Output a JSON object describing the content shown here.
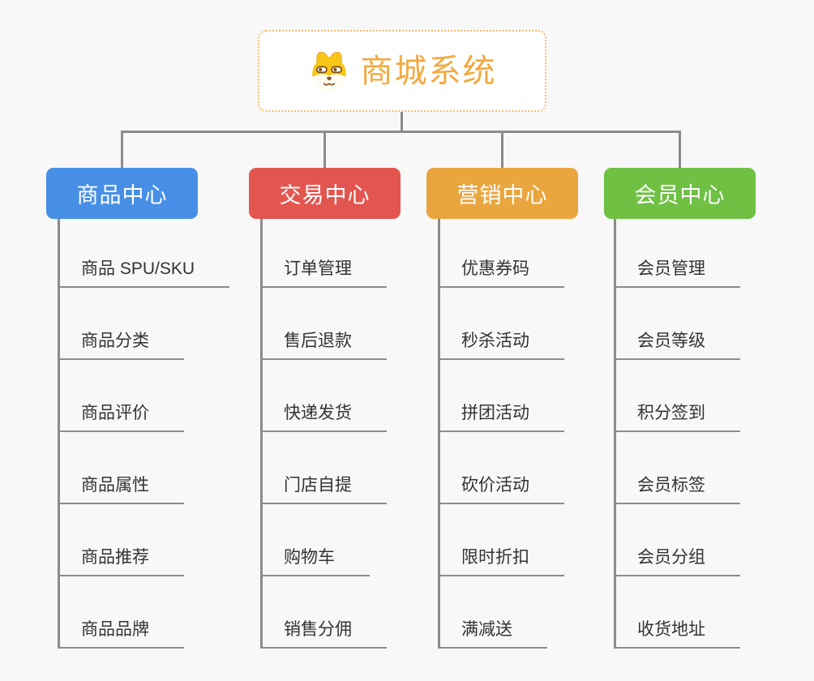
{
  "root": {
    "label": "商城系统",
    "icon": "shiba-dog-icon"
  },
  "palette": {
    "background": "#F8F8F8",
    "connector": "#8B8B8B",
    "underline": "#8C8C8C",
    "root-border": "#F5BC6E",
    "root-text": "#F2A93F",
    "item-text": "#333333",
    "header-text": "#FFFFFF"
  },
  "branches": [
    {
      "label": "商品中心",
      "color": "#478FE6",
      "items": [
        "商品 SPU/SKU",
        "商品分类",
        "商品评价",
        "商品属性",
        "商品推荐",
        "商品品牌"
      ]
    },
    {
      "label": "交易中心",
      "color": "#E35650",
      "items": [
        "订单管理",
        "售后退款",
        "快递发货",
        "门店自提",
        "购物车",
        "销售分佣"
      ]
    },
    {
      "label": "营销中心",
      "color": "#EAA63E",
      "items": [
        "优惠券码",
        "秒杀活动",
        "拼团活动",
        "砍价活动",
        "限时折扣",
        "满减送"
      ]
    },
    {
      "label": "会员中心",
      "color": "#6FC043",
      "items": [
        "会员管理",
        "会员等级",
        "积分签到",
        "会员标签",
        "会员分组",
        "收货地址"
      ]
    }
  ]
}
